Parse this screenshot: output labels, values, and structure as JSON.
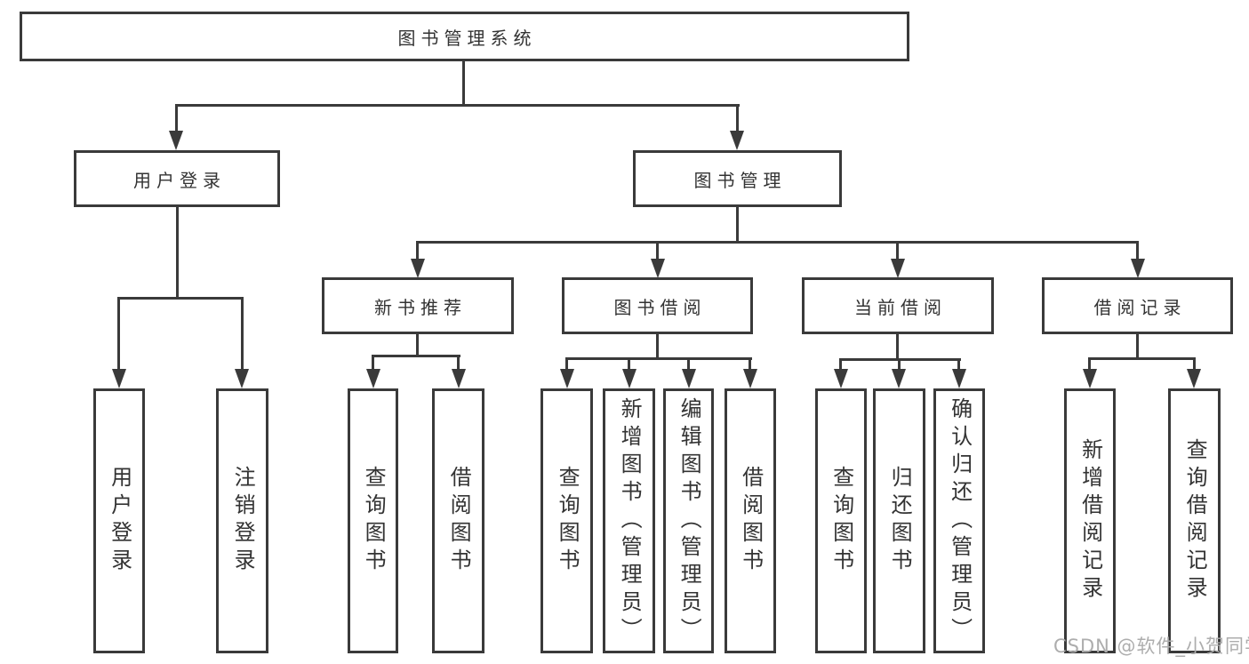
{
  "title": "图书管理系统",
  "branches": [
    {
      "label": "用户登录",
      "children": [
        {
          "label": "用户登录"
        },
        {
          "label": "注销登录"
        }
      ]
    },
    {
      "label": "图书管理",
      "children": [
        {
          "label": "新书推荐",
          "children": [
            {
              "label": "查询图书"
            },
            {
              "label": "借阅图书"
            }
          ]
        },
        {
          "label": "图书借阅",
          "children": [
            {
              "label": "查询图书"
            },
            {
              "label": "新增图书（管理员）"
            },
            {
              "label": "编辑图书（管理员）"
            },
            {
              "label": "借阅图书"
            }
          ]
        },
        {
          "label": "当前借阅",
          "children": [
            {
              "label": "查询图书"
            },
            {
              "label": "归还图书"
            },
            {
              "label": "确认归还（管理员）"
            }
          ]
        },
        {
          "label": "借阅记录",
          "children": [
            {
              "label": "新增借阅记录"
            },
            {
              "label": "查询借阅记录"
            }
          ]
        }
      ]
    }
  ],
  "watermark": "CSDN @软件_小贺同学",
  "colors": {
    "line": "#3a3a3a",
    "text": "#333333",
    "watermark": "#adadad",
    "background": "#ffffff"
  }
}
